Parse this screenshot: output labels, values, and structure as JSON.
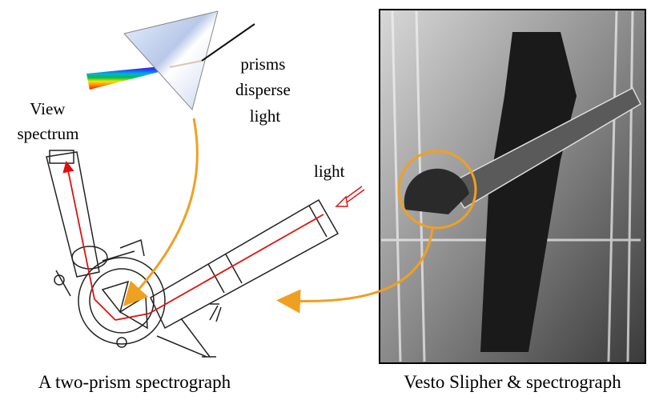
{
  "labels": {
    "view_spectrum_line1": "View",
    "view_spectrum_line2": "spectrum",
    "prisms_line1": "prisms",
    "prisms_line2": "disperse",
    "prisms_line3": "light",
    "light": "light",
    "caption_left": "A two-prism spectrograph",
    "caption_right": "Vesto Slipher & spectrograph"
  },
  "colors": {
    "arrow_orange": "#f0a020",
    "light_path_red": "#e01010",
    "line_art": "#222222",
    "photo_border": "#000000"
  },
  "icons": {
    "prism": "triangular-prism-icon",
    "spectrum": "rainbow-spectrum-icon",
    "light_arrow": "double-line-arrow-icon"
  }
}
